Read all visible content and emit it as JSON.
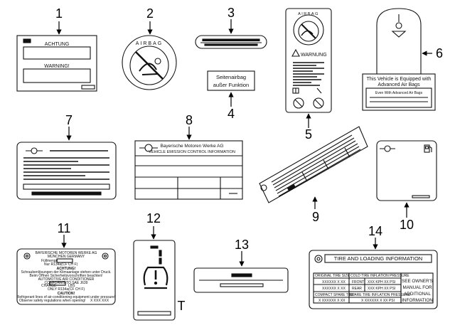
{
  "callouts": [
    "1",
    "2",
    "3",
    "4",
    "5",
    "6",
    "7",
    "8",
    "9",
    "10",
    "11",
    "12",
    "13",
    "14",
    "T"
  ],
  "labels": {
    "l1_achtung": "ACHTUNG",
    "l1_warning": "WARNING!",
    "l2_airbag": "AIRBAG",
    "l4_line1": "Seitenairbag",
    "l4_line2": "außer Funktion",
    "l5_airbag": "AIRBAG",
    "l5_warning": "WARNUNG",
    "l6_line1": "This Vehicle is Equipped with",
    "l6_line2": "Advanced Air Bags",
    "l6_line3": "Even With Advanced Air Bags",
    "l8_line1": "Bayerische Motoren Werke AG",
    "l8_line2": "VEHICLE EMISSION CONTROL INFORMATION",
    "l11_line1": "BAYERISCHE MOTOREN WERKE AG",
    "l11_line2": "MÜNCHEN GERMANY",
    "l11_line3": "Füllmenge",
    "l11_line4": "Nur R134a(CF  CH  F)",
    "l11_line5": "ACHTUNG!",
    "l11_line6": "Schraubenlösungen der Klimaanlage stehen unter Druck.",
    "l11_line7": "Beim Öffnen Sicherheitsvorschriften beachten!",
    "l11_line8": "AUTOMOTIVE AIR CONDITIONER",
    "l11_line9": "CONFORMS TO SAE J639",
    "l11_line10": "CHARGE",
    "l11_line11": "LBS",
    "l11_line12": "ONLY R134a(CF  CH  F)",
    "l11_line13": "CAUTION!",
    "l11_line14": "Refrigerant lines of air-conditioning equipment under pressure!",
    "l11_line15": "Observe safety regulations when opening!",
    "l11_line16": "X XXX XXX",
    "l14_title": "TIRE AND LOADING INFORMATION",
    "l14_h1": "ORIGINAL TIRE SIZE",
    "l14_h2": "COLD TIRE INFLATION PRESSURE",
    "l14_r1c1": "XXXXXX X XX",
    "l14_r1c2": "FRONT",
    "l14_r1c3": "XXX KPH  XX PSI",
    "l14_r2c1": "XXXXXX X XX",
    "l14_r2c2": "REAR",
    "l14_r2c3": "XXX KPH  XX PSI",
    "l14_h3": "COMPACT SPARE TIRE",
    "l14_h4": "SPARE TIRE INFLATION PRESSURE",
    "l14_r3c1": "X XXXXXX X XX",
    "l14_r3c2": "X XXXXXX X XX PSI",
    "l14_side1": "SEE OWNER'S",
    "l14_side2": "MANUAL FOR",
    "l14_side3": "ADDITIONAL",
    "l14_side4": "INFORMATION"
  }
}
